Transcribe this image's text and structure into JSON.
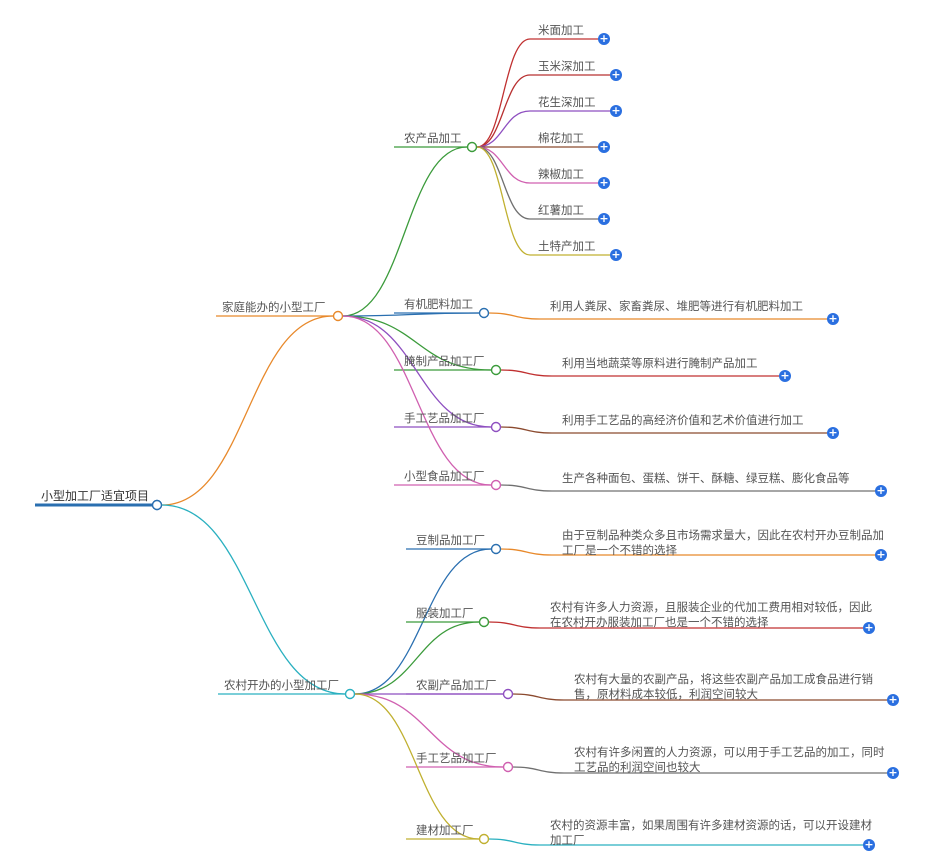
{
  "root": {
    "label": "小型加工厂适宜项目"
  },
  "branches": [
    {
      "label": "家庭能办的小型工厂",
      "color": "#e8892b",
      "children": [
        {
          "label": "农产品加工",
          "color": "#3b9b3b",
          "leaves": [
            {
              "label": "米面加工",
              "color": "#c03030"
            },
            {
              "label": "玉米深加工",
              "color": "#b83030"
            },
            {
              "label": "花生深加工",
              "color": "#8e4fc0"
            },
            {
              "label": "棉花加工",
              "color": "#8b4a2f"
            },
            {
              "label": "辣椒加工",
              "color": "#d060b0"
            },
            {
              "label": "红薯加工",
              "color": "#707070"
            },
            {
              "label": "土特产加工",
              "color": "#c0b030"
            }
          ]
        },
        {
          "label": "有机肥料加工",
          "color": "#2a6fb0",
          "desc": "利用人粪尿、家畜粪尿、堆肥等进行有机肥料加工",
          "desc_color": "#e8892b"
        },
        {
          "label": "腌制产品加工厂",
          "color": "#3b9b3b",
          "desc": "利用当地蔬菜等原料进行腌制产品加工",
          "desc_color": "#c03030"
        },
        {
          "label": "手工艺品加工厂",
          "color": "#8e4fc0",
          "desc": "利用手工艺品的高经济价值和艺术价值进行加工",
          "desc_color": "#8b4a2f"
        },
        {
          "label": "小型食品加工厂",
          "color": "#d060b0",
          "desc": "生产各种面包、蛋糕、饼干、酥糖、绿豆糕、膨化食品等",
          "desc_color": "#707070"
        }
      ]
    },
    {
      "label": "农村开办的小型加工厂",
      "color": "#2ab0c0",
      "children": [
        {
          "label": "豆制品加工厂",
          "color": "#2a6fb0",
          "desc": "由于豆制品种类众多且市场需求量大，因此在农村开办豆制品加工厂是一个不错的选择",
          "desc_color": "#e8892b"
        },
        {
          "label": "服装加工厂",
          "color": "#3b9b3b",
          "desc": "农村有许多人力资源，且服装企业的代加工费用相对较低，因此在农村开办服装加工厂也是一个不错的选择",
          "desc_color": "#c03030"
        },
        {
          "label": "农副产品加工厂",
          "color": "#8e4fc0",
          "desc": "农村有大量的农副产品，将这些农副产品加工成食品进行销售，原材料成本较低，利润空间较大",
          "desc_color": "#8b4a2f"
        },
        {
          "label": "手工艺品加工厂",
          "color": "#d060b0",
          "desc": "农村有许多闲置的人力资源，可以用于手工艺品的加工，同时工艺品的利润空间也较大",
          "desc_color": "#707070"
        },
        {
          "label": "建材加工厂",
          "color": "#c0b030",
          "desc": "农村的资源丰富，如果周围有许多建材资源的话，可以开设建材加工厂",
          "desc_color": "#2ab0c0"
        }
      ]
    }
  ],
  "ui": {
    "expand_glyph": "+"
  }
}
